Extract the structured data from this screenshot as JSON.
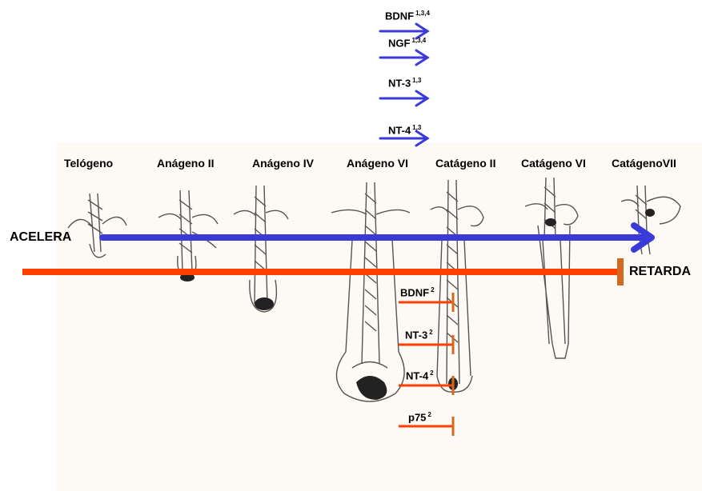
{
  "stages": [
    "Telógeno",
    "Anágeno  II",
    "Anágeno IV",
    "Anágeno VI",
    "Catágeno II",
    "Catágeno VI",
    "CatágenoVII"
  ],
  "accelerate_label": "ACELERA",
  "retard_label": "RETARDA",
  "accelerators": [
    {
      "name": "BDNF",
      "refs": "1,3,4"
    },
    {
      "name": "NGF",
      "refs": "1,3,4"
    },
    {
      "name": "NT-3",
      "refs": "1,3"
    },
    {
      "name": "NT-4",
      "refs": "1,3"
    }
  ],
  "inhibitors": [
    {
      "name": "BDNF",
      "refs": "2"
    },
    {
      "name": "NT-3",
      "refs": "2"
    },
    {
      "name": "NT-4",
      "refs": "2"
    },
    {
      "name": "p75",
      "refs": "2"
    }
  ],
  "colors": {
    "accelerate": "#3a3ad8",
    "retard": "#ff4000",
    "bar_cap": "#d2691e"
  }
}
